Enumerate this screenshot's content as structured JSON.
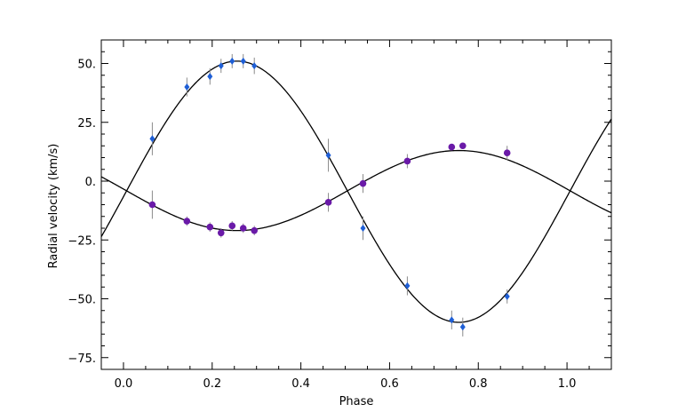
{
  "chart_data": {
    "type": "scatter",
    "title": "",
    "xlabel": "Phase",
    "ylabel": "Radial velocity (km/s)",
    "xlim": [
      -0.05,
      1.1
    ],
    "ylim": [
      -80,
      60
    ],
    "xticks": [
      0.0,
      0.2,
      0.4,
      0.6,
      0.8,
      1.0
    ],
    "xtick_labels": [
      "0.0",
      "0.2",
      "0.4",
      "0.6",
      "0.8",
      "1.0"
    ],
    "yticks": [
      50,
      25,
      0,
      -25,
      -50,
      -75
    ],
    "ytick_labels": [
      "50.",
      "25.",
      "0.",
      "−25.",
      "−50.",
      "−75."
    ],
    "grid": false,
    "series": [
      {
        "marker": "diamond",
        "color": "#1f5fd6",
        "points": [
          {
            "x": 0.065,
            "y": 18,
            "err": 7
          },
          {
            "x": 0.143,
            "y": 40,
            "err": 4
          },
          {
            "x": 0.195,
            "y": 44.5,
            "err": 3.5
          },
          {
            "x": 0.22,
            "y": 49,
            "err": 3
          },
          {
            "x": 0.245,
            "y": 51,
            "err": 3
          },
          {
            "x": 0.27,
            "y": 51,
            "err": 3
          },
          {
            "x": 0.295,
            "y": 49,
            "err": 3.5
          },
          {
            "x": 0.462,
            "y": 11,
            "err": 7
          },
          {
            "x": 0.54,
            "y": -20,
            "err": 5
          },
          {
            "x": 0.64,
            "y": -44.5,
            "err": 4
          },
          {
            "x": 0.74,
            "y": -59,
            "err": 4
          },
          {
            "x": 0.765,
            "y": -62,
            "err": 4
          },
          {
            "x": 0.865,
            "y": -49,
            "err": 3
          }
        ]
      },
      {
        "marker": "circle",
        "color": "#6a1aa8",
        "points": [
          {
            "x": 0.065,
            "y": -10,
            "err": 6
          },
          {
            "x": 0.143,
            "y": -17,
            "err": 2
          },
          {
            "x": 0.195,
            "y": -19.5,
            "err": 2
          },
          {
            "x": 0.22,
            "y": -22,
            "err": 2
          },
          {
            "x": 0.245,
            "y": -19,
            "err": 2
          },
          {
            "x": 0.27,
            "y": -20,
            "err": 2
          },
          {
            "x": 0.295,
            "y": -21,
            "err": 2
          },
          {
            "x": 0.462,
            "y": -9,
            "err": 4
          },
          {
            "x": 0.54,
            "y": -1,
            "err": 4
          },
          {
            "x": 0.64,
            "y": 8.5,
            "err": 3
          },
          {
            "x": 0.74,
            "y": 14.5,
            "err": 1
          },
          {
            "x": 0.765,
            "y": 15,
            "err": 1
          },
          {
            "x": 0.865,
            "y": 12,
            "err": 3
          }
        ]
      }
    ],
    "fits": [
      {
        "gamma": -4.5,
        "K": 55.5,
        "phase_max": 0.256,
        "color": "#000000"
      },
      {
        "gamma": -4,
        "K": 17,
        "phase_max": 0.756,
        "color": "#000000"
      }
    ]
  }
}
